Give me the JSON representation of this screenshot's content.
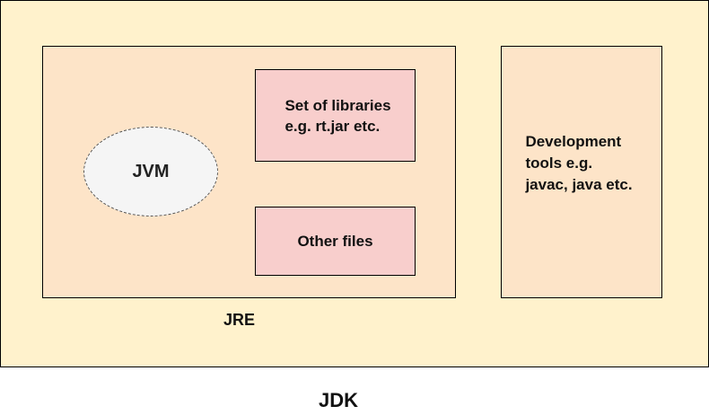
{
  "diagram": {
    "jdk": {
      "label": "JDK"
    },
    "jre": {
      "label": "JRE"
    },
    "jvm": {
      "label": "JVM"
    },
    "libraries": {
      "label": "Set of libraries\ne.g. rt.jar etc."
    },
    "other_files": {
      "label": "Other files"
    },
    "dev_tools": {
      "label": "Development\ntools e.g.\njavac, java etc."
    }
  },
  "colors": {
    "jdk_fill": "#fff2cc",
    "jre_fill": "#fde4c8",
    "component_fill": "#f8cecc",
    "jvm_fill": "#f5f5f5",
    "stroke": "#000000"
  }
}
